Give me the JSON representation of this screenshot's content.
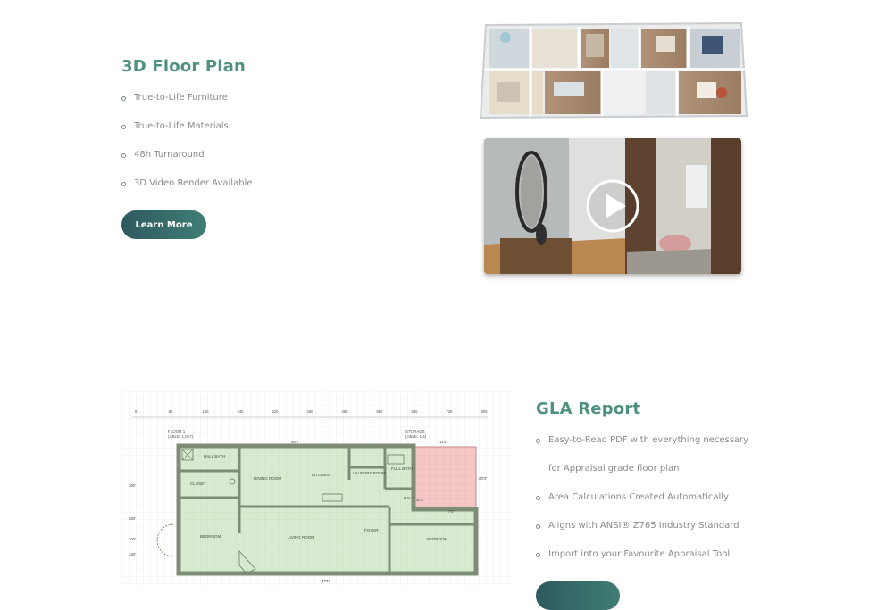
{
  "floor_plan_3d": {
    "title": "3D Floor Plan",
    "features": [
      "True-to-Life Furniture",
      "True-to-Life Materials",
      "48h Turnaround",
      "3D Video Render Available"
    ],
    "button_label": "Learn More"
  },
  "gla_report": {
    "title": "GLA Report",
    "features": [
      "Easy-to-Read PDF with everything necessary",
      "for Appraisal grade floor plan",
      "Area Calculations Created Automatically",
      "Aligns with ANSI® Z765 Industry Standard",
      "Import into your Favourite Appraisal Tool"
    ],
    "plan": {
      "ruler_ticks": [
        "0",
        "80",
        "160",
        "240",
        "320",
        "400",
        "480",
        "560",
        "640",
        "720",
        "800"
      ],
      "floor_label": "FLOOR 1",
      "floor_area": "(ABLE: 1,017)",
      "storage_label": "STORAGE",
      "storage_area": "(ABLE: 1.4)",
      "rooms": [
        "HALL BATH",
        "DINING ROOM",
        "KITCHEN",
        "LAUNDRY ROOM",
        "FULL BATH",
        "CLOSET",
        "HALL",
        "BEDROOM",
        "LIVING ROOM",
        "FOYER",
        "BEDROOM"
      ],
      "dimensions": [
        "45'4\"",
        "11'5\"",
        "20'3\"",
        "47'1\"",
        "20'3\"",
        "7'5\""
      ],
      "side_marks": [
        "360'",
        "280'",
        "200'",
        "120'"
      ]
    }
  },
  "colors": {
    "accent": "#4f9180",
    "button_start": "#2f5a60",
    "button_end": "#3f7d74",
    "room_fill": "#d8ebd0",
    "storage_fill": "#f4c6c6",
    "wall": "#7d8c74"
  },
  "icons": [
    "play-icon"
  ]
}
